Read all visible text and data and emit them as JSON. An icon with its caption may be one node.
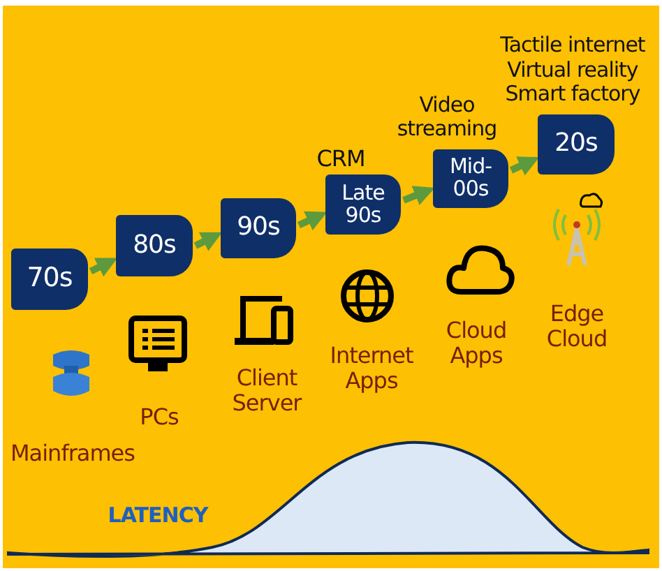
{
  "diagram": {
    "nodes": [
      {
        "text": [
          "70s"
        ]
      },
      {
        "text": [
          "80s"
        ]
      },
      {
        "text": [
          "90s"
        ]
      },
      {
        "text": [
          "Late 90s"
        ]
      },
      {
        "text": [
          "Mid-00s"
        ],
        "beside": [
          "Video streaming"
        ]
      },
      {
        "text": [
          "20s"
        ],
        "beside": [
          "Tactile internet",
          "Virtual reality",
          "Smart factory"
        ]
      }
    ],
    "edges": [
      {
        "from": 0,
        "to": 1,
        "arrow": "to"
      },
      {
        "from": 1,
        "to": 2,
        "arrow": "to"
      },
      {
        "from": 2,
        "to": 3,
        "arrow": "to"
      },
      {
        "from": 3,
        "to": 4,
        "arrow": "to"
      },
      {
        "from": 4,
        "to": 5,
        "arrow": "to"
      }
    ],
    "labels": [
      "CRM",
      "Mainframes",
      "PCs",
      "Client Server",
      "Internet Apps",
      "Cloud Apps",
      "Edge Cloud",
      "LATENCY"
    ]
  }
}
